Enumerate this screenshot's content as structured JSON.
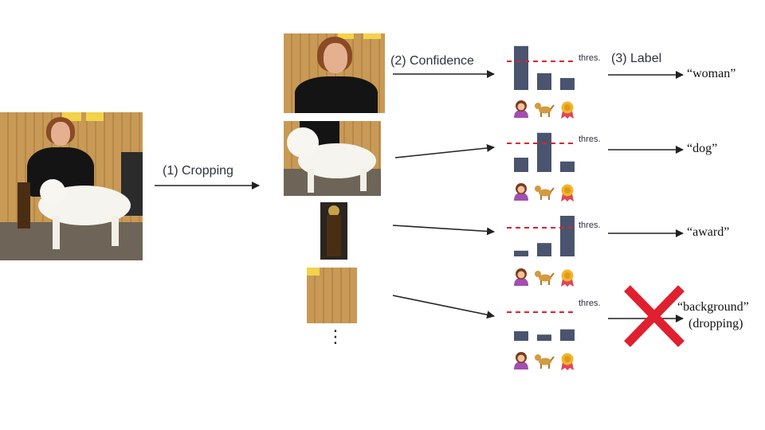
{
  "steps": {
    "cropping": "(1) Cropping",
    "confidence": "(2) Confidence",
    "label": "(3) Label"
  },
  "rows": [
    {
      "threshold_text": "thres.",
      "output_label": "“woman”",
      "scores": [
        0.92,
        0.35,
        0.25
      ],
      "threshold": 0.6
    },
    {
      "threshold_text": "thres.",
      "output_label": "“dog”",
      "scores": [
        0.3,
        0.82,
        0.22
      ],
      "threshold": 0.6
    },
    {
      "threshold_text": "thres.",
      "output_label": "“award”",
      "scores": [
        0.12,
        0.28,
        0.85
      ],
      "threshold": 0.6
    },
    {
      "threshold_text": "thres.",
      "output_label_line1": "“background”",
      "output_label_line2": "(dropping)",
      "scores": [
        0.2,
        0.13,
        0.24
      ],
      "threshold": 0.6
    }
  ],
  "class_icons": [
    "woman-icon",
    "dog-icon",
    "award-icon"
  ],
  "colors": {
    "bar": "#4a546e",
    "threshold": "#e0202e",
    "arrow": "#222222",
    "cross": "#e0202e"
  }
}
